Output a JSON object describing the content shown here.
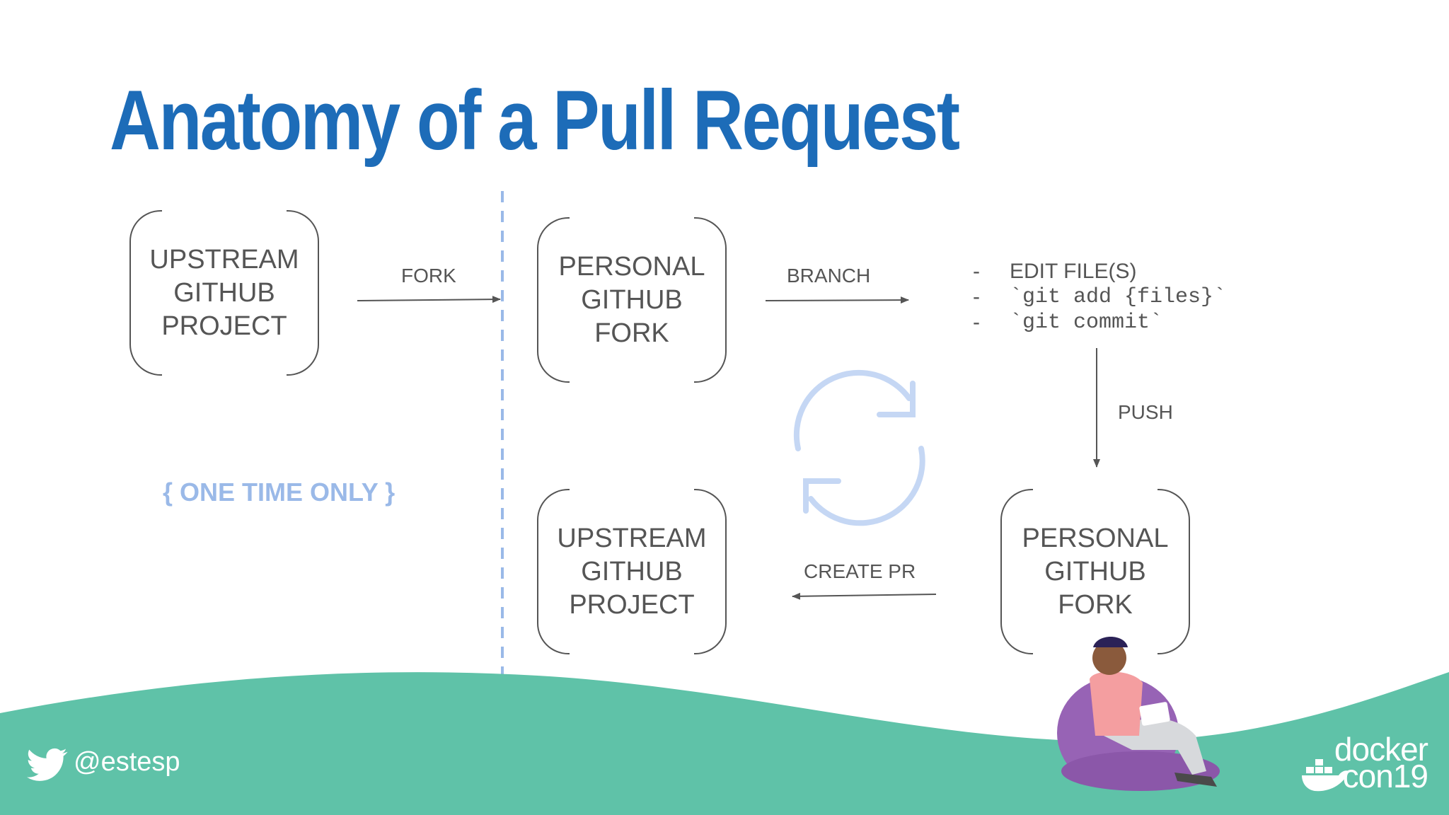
{
  "title": "Anatomy of a Pull Request",
  "boxes": {
    "upstream_left": [
      "UPSTREAM",
      "GITHUB",
      "PROJECT"
    ],
    "personal_top": [
      "PERSONAL",
      "GITHUB",
      "FORK"
    ],
    "upstream_bottom": [
      "UPSTREAM",
      "GITHUB",
      "PROJECT"
    ],
    "personal_bottom": [
      "PERSONAL",
      "GITHUB",
      "FORK"
    ]
  },
  "labels": {
    "fork": "FORK",
    "branch": "BRANCH",
    "push": "PUSH",
    "create_pr": "CREATE PR"
  },
  "steps": [
    {
      "dash": "-",
      "text": "EDIT FILE(S)"
    },
    {
      "dash": "-",
      "text": "`git add {files}`"
    },
    {
      "dash": "-",
      "text": "`git commit`"
    }
  ],
  "one_time_only": "{ ONE TIME ONLY }",
  "footer": {
    "handle": "@estesp",
    "logo_line1": "docker",
    "logo_line2": "con19"
  },
  "colors": {
    "title": "#1d6cb8",
    "wave": "#5fc2a8",
    "cycle": "#c5d7f4",
    "divider": "#9ab9e8"
  },
  "icons": [
    "twitter-bird-icon",
    "docker-whale-icon",
    "cycle-arrows-icon"
  ]
}
